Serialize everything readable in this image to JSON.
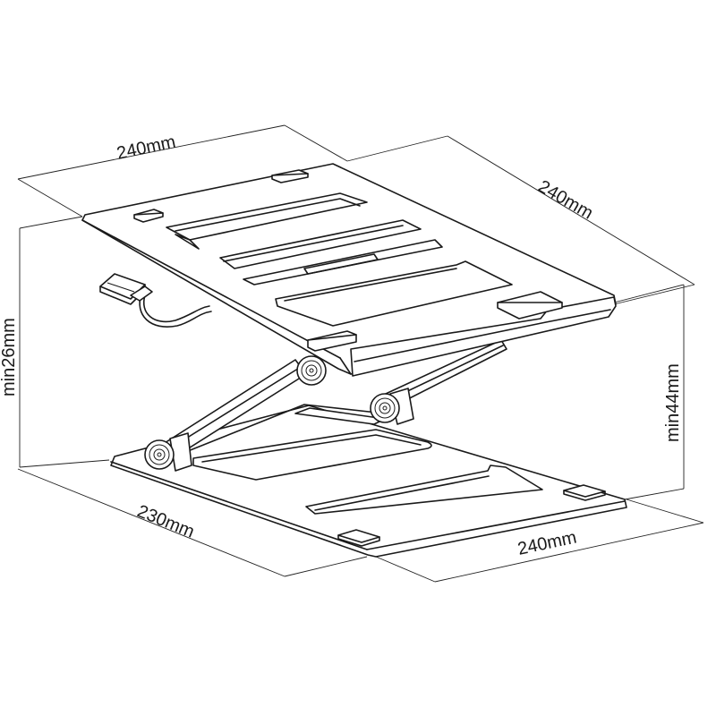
{
  "dimensions": {
    "top_width": "240mm",
    "top_depth": "240mm",
    "min_height_front": "min26mm",
    "min_height_rear": "min44mm",
    "base_width": "230mm",
    "base_depth": "240mm"
  },
  "colors": {
    "line": "#1a1a1a",
    "background": "#ffffff"
  }
}
